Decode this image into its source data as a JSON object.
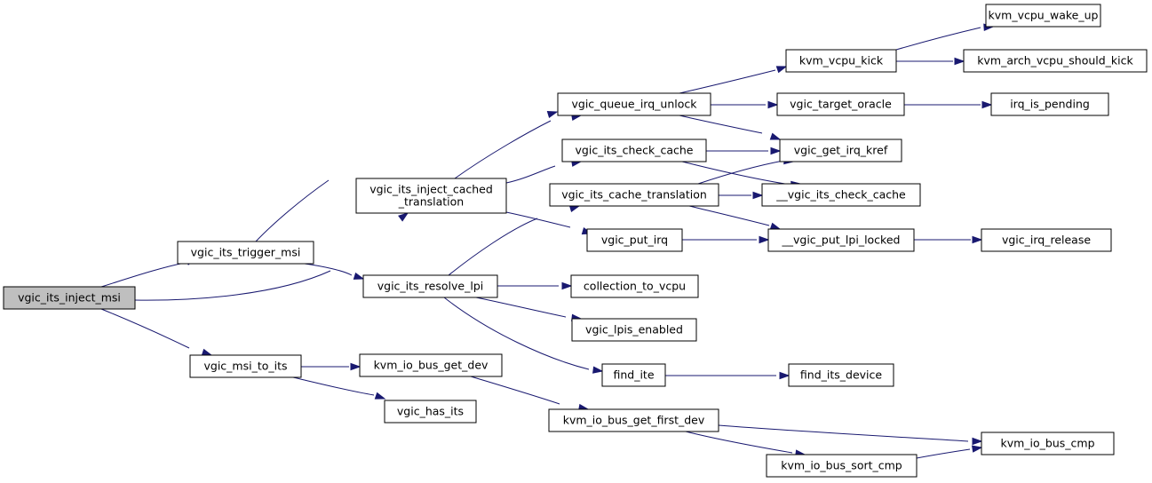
{
  "graph": {
    "nodes": [
      {
        "id": "n1",
        "name": "node-vgic-its-inject-msi",
        "lines": [
          "vgic_its_inject_msi"
        ],
        "root": true
      },
      {
        "id": "n2",
        "name": "node-vgic-its-trigger-msi",
        "lines": [
          "vgic_its_trigger_msi"
        ]
      },
      {
        "id": "n3",
        "name": "node-vgic-msi-to-its",
        "lines": [
          "vgic_msi_to_its"
        ]
      },
      {
        "id": "n4",
        "name": "node-vgic-its-inject-cached-translation",
        "lines": [
          "vgic_its_inject_cached",
          "_translation"
        ]
      },
      {
        "id": "n5",
        "name": "node-vgic-its-resolve-lpi",
        "lines": [
          "vgic_its_resolve_lpi"
        ]
      },
      {
        "id": "n6",
        "name": "node-kvm-io-bus-get-dev",
        "lines": [
          "kvm_io_bus_get_dev"
        ]
      },
      {
        "id": "n7",
        "name": "node-vgic-has-its",
        "lines": [
          "vgic_has_its"
        ]
      },
      {
        "id": "n8",
        "name": "node-vgic-queue-irq-unlock",
        "lines": [
          "vgic_queue_irq_unlock"
        ]
      },
      {
        "id": "n9",
        "name": "node-vgic-its-check-cache",
        "lines": [
          "vgic_its_check_cache"
        ]
      },
      {
        "id": "n10",
        "name": "node-vgic-its-cache-translation",
        "lines": [
          "vgic_its_cache_translation"
        ]
      },
      {
        "id": "n11",
        "name": "node-vgic-put-irq",
        "lines": [
          "vgic_put_irq"
        ]
      },
      {
        "id": "n12",
        "name": "node-collection-to-vcpu",
        "lines": [
          "collection_to_vcpu"
        ]
      },
      {
        "id": "n13",
        "name": "node-vgic-lpis-enabled",
        "lines": [
          "vgic_lpis_enabled"
        ]
      },
      {
        "id": "n14",
        "name": "node-find-ite",
        "lines": [
          "find_ite"
        ]
      },
      {
        "id": "n15",
        "name": "node-kvm-io-bus-get-first-dev",
        "lines": [
          "kvm_io_bus_get_first_dev"
        ]
      },
      {
        "id": "n16",
        "name": "node-kvm-vcpu-kick",
        "lines": [
          "kvm_vcpu_kick"
        ]
      },
      {
        "id": "n17",
        "name": "node-vgic-target-oracle",
        "lines": [
          "vgic_target_oracle"
        ]
      },
      {
        "id": "n18",
        "name": "node-vgic-get-irq-kref",
        "lines": [
          "vgic_get_irq_kref"
        ]
      },
      {
        "id": "n19",
        "name": "node-vgic-its-check-cache-internal",
        "lines": [
          "__vgic_its_check_cache"
        ]
      },
      {
        "id": "n20",
        "name": "node-vgic-put-lpi-locked",
        "lines": [
          "__vgic_put_lpi_locked"
        ]
      },
      {
        "id": "n21",
        "name": "node-find-its-device",
        "lines": [
          "find_its_device"
        ]
      },
      {
        "id": "n22",
        "name": "node-kvm-io-bus-sort-cmp",
        "lines": [
          "kvm_io_bus_sort_cmp"
        ]
      },
      {
        "id": "n23",
        "name": "node-kvm-io-bus-cmp",
        "lines": [
          "kvm_io_bus_cmp"
        ]
      },
      {
        "id": "n24",
        "name": "node-kvm-vcpu-wake-up",
        "lines": [
          "kvm_vcpu_wake_up"
        ]
      },
      {
        "id": "n25",
        "name": "node-kvm-arch-vcpu-should-kick",
        "lines": [
          "kvm_arch_vcpu_should_kick"
        ]
      },
      {
        "id": "n26",
        "name": "node-irq-is-pending",
        "lines": [
          "irq_is_pending"
        ]
      },
      {
        "id": "n27",
        "name": "node-vgic-irq-release",
        "lines": [
          "vgic_irq_release"
        ]
      }
    ],
    "edges": [
      {
        "from": "n1",
        "to": "n2"
      },
      {
        "from": "n1",
        "to": "n4"
      },
      {
        "from": "n1",
        "to": "n3"
      },
      {
        "from": "n2",
        "to": "n8"
      },
      {
        "from": "n2",
        "to": "n5"
      },
      {
        "from": "n3",
        "to": "n6"
      },
      {
        "from": "n3",
        "to": "n7"
      },
      {
        "from": "n4",
        "to": "n8"
      },
      {
        "from": "n4",
        "to": "n9"
      },
      {
        "from": "n4",
        "to": "n11"
      },
      {
        "from": "n5",
        "to": "n10"
      },
      {
        "from": "n5",
        "to": "n12"
      },
      {
        "from": "n5",
        "to": "n13"
      },
      {
        "from": "n5",
        "to": "n14"
      },
      {
        "from": "n6",
        "to": "n15"
      },
      {
        "from": "n8",
        "to": "n16"
      },
      {
        "from": "n8",
        "to": "n17"
      },
      {
        "from": "n8",
        "to": "n18"
      },
      {
        "from": "n9",
        "to": "n18"
      },
      {
        "from": "n9",
        "to": "n19"
      },
      {
        "from": "n10",
        "to": "n18"
      },
      {
        "from": "n10",
        "to": "n19"
      },
      {
        "from": "n10",
        "to": "n20"
      },
      {
        "from": "n11",
        "to": "n20"
      },
      {
        "from": "n14",
        "to": "n21"
      },
      {
        "from": "n15",
        "to": "n23"
      },
      {
        "from": "n15",
        "to": "n22"
      },
      {
        "from": "n22",
        "to": "n23"
      },
      {
        "from": "n16",
        "to": "n24"
      },
      {
        "from": "n16",
        "to": "n25"
      },
      {
        "from": "n17",
        "to": "n26"
      },
      {
        "from": "n20",
        "to": "n27"
      }
    ],
    "colors": {
      "edge": "#191970",
      "node_border": "#000000",
      "node_fill": "#ffffff",
      "root_fill": "#bfbfbf"
    }
  }
}
